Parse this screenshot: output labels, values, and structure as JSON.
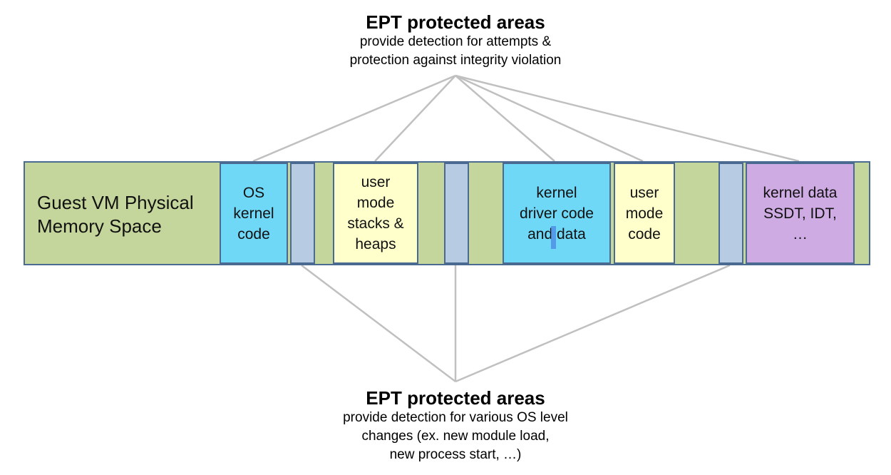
{
  "top_caption": {
    "title": "EPT protected areas",
    "lines": [
      "provide detection for attempts &",
      "protection against integrity violation"
    ]
  },
  "bottom_caption": {
    "title": "EPT protected areas",
    "lines": [
      "provide detection for various OS level",
      "changes (ex. new module load,",
      "new process start, …)"
    ]
  },
  "memory_bar": {
    "label_lines": [
      "Guest VM Physical",
      "Memory Space"
    ],
    "segments": [
      {
        "id": "os-kernel-code",
        "lines": [
          "OS",
          "kernel",
          "code"
        ],
        "color": "#6fd8f7"
      },
      {
        "id": "user-mode-stacks-heaps",
        "lines": [
          "user",
          "mode",
          "stacks &",
          "heaps"
        ],
        "color": "#ffffcc"
      },
      {
        "id": "kernel-driver-code-data",
        "lines": [
          "kernel",
          "driver code",
          "and data"
        ],
        "color": "#6fd8f7"
      },
      {
        "id": "user-mode-code",
        "lines": [
          "user",
          "mode",
          "code"
        ],
        "color": "#ffffcc"
      },
      {
        "id": "kernel-data",
        "lines": [
          "kernel data",
          "SSDT, IDT,",
          "…"
        ],
        "color": "#cfabe3"
      }
    ],
    "background_color": "#c5d69c",
    "small_region_color": "#b7cbe3",
    "border_color": "#4a6a92",
    "connector_color": "#c0c0c0"
  }
}
